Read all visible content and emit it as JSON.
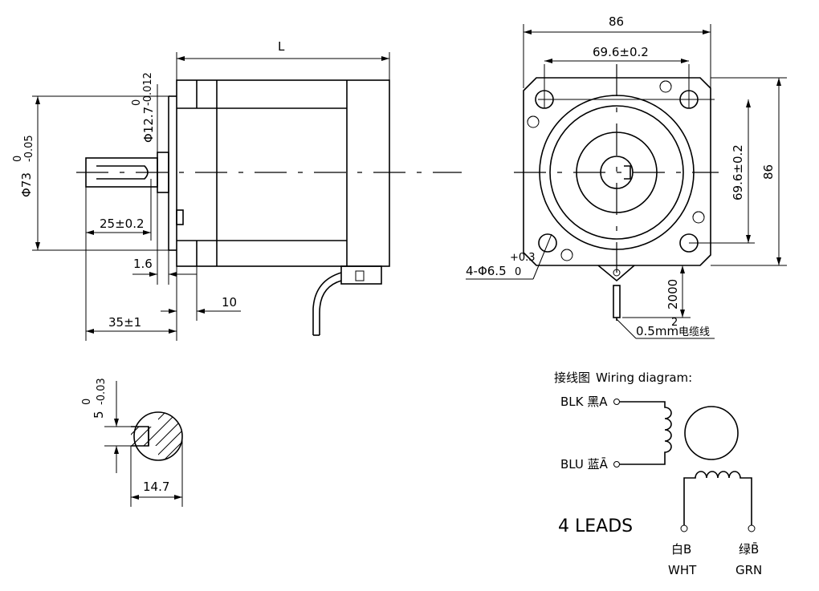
{
  "side_view": {
    "length_label": "L",
    "flange_dia": "Φ73",
    "flange_tol_upper": "0",
    "flange_tol_lower": "-0.05",
    "pilot_dia": "Φ12.7",
    "pilot_tol_upper": "0",
    "pilot_tol_lower": "-0.012",
    "key_length": "25±0.2",
    "boss_height": "1.6",
    "flange_thickness": "10",
    "shaft_length": "35±1"
  },
  "front_view": {
    "width": "86",
    "hole_spacing_h": "69.6±0.2",
    "hole_spacing_v": "69.6±0.2",
    "height": "86",
    "hole_spec": "4-Φ6.5",
    "hole_tol_upper": "+0.3",
    "hole_tol_lower": "0",
    "lead_length": "2000",
    "cable_spec": "0.5mm",
    "cable_sup": "2",
    "cable_cn": "电缆线"
  },
  "shaft_section": {
    "flat_depth": "5",
    "flat_tol_upper": "0",
    "flat_tol_lower": "-0.03",
    "width": "14.7"
  },
  "wiring": {
    "title_cn": "接线图",
    "title_en": "Wiring diagram:",
    "lead_a": "BLK 黑A",
    "lead_a_bar": "BLU 蓝Ā",
    "lead_b_cn": "白B",
    "lead_b": "WHT",
    "lead_b_bar_cn": "绿B̄",
    "lead_b_bar": "GRN",
    "leads_count": "4 LEADS"
  }
}
